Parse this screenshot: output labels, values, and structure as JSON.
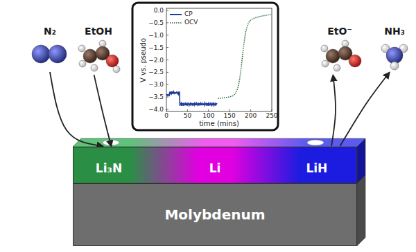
{
  "diagram": {
    "nodes": [
      {
        "text": [
          "N₂"
        ]
      },
      {
        "text": [
          "EtOH"
        ]
      },
      {
        "text": [
          "Li₃N",
          "Li",
          "LiH"
        ]
      },
      {
        "text": [
          "Molybdenum"
        ]
      },
      {
        "text": [
          "EtO⁻"
        ]
      },
      {
        "text": [
          "NH₃"
        ]
      }
    ],
    "edges": [
      {
        "from": 0,
        "to": 2,
        "arrow": "to"
      },
      {
        "from": 1,
        "to": 2,
        "arrow": "to"
      },
      {
        "from": 2,
        "to": 4,
        "arrow": "to"
      },
      {
        "from": 2,
        "to": 5,
        "arrow": "to"
      }
    ],
    "labels": [
      "0.0",
      "−0.5",
      "−1.0",
      "−1.5",
      "−2.0",
      "−2.5",
      "−3.0",
      "−3.5",
      "−4.0",
      "0",
      "50",
      "100",
      "150",
      "200",
      "250",
      "time (mins)",
      "V vs. pseudo"
    ],
    "legend": [
      {
        "text": "CP"
      },
      {
        "text": "OCV"
      }
    ]
  }
}
